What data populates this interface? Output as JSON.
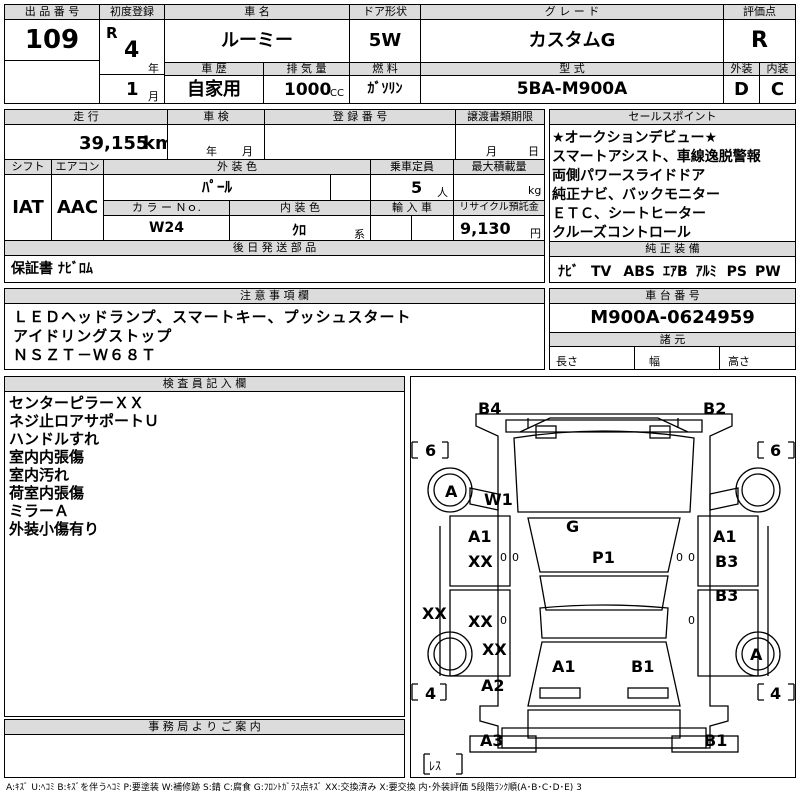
{
  "header": {
    "lot_label": "出 品 番 号",
    "lot_value": "109",
    "first_reg_label": "初度登録",
    "era_letter": "R",
    "year_value": "4",
    "year_unit": "年",
    "month_value": "1",
    "month_unit": "月",
    "car_name_label": "車 名",
    "car_name_value": "ルーミー",
    "door_label": "ドア形状",
    "door_value": "5W",
    "grade_label": "グ レ ー ド",
    "grade_value": "カスタムG",
    "score_label": "評価点",
    "score_value": "R",
    "history_label": "車 歴",
    "history_value": "自家用",
    "displacement_label": "排 気 量",
    "displacement_value": "1000",
    "displacement_unit": "CC",
    "fuel_label": "燃 料",
    "fuel_value": "ｶﾞｿﾘﾝ",
    "model_label": "型 式",
    "model_value": "5BA-M900A",
    "exterior_label": "外装",
    "exterior_value": "D",
    "interior_label": "内装",
    "interior_value": "C"
  },
  "row2": {
    "mileage_label": "走 行",
    "mileage_value": "39,155",
    "mileage_unit": "km",
    "inspection_label": "車 検",
    "inspection_year": "年",
    "inspection_month": "月",
    "plate_label": "登 録 番 号",
    "transfer_label": "譲渡書類期限",
    "transfer_month": "月",
    "transfer_day": "日",
    "shift_label": "シフト",
    "shift_value": "IAT",
    "ac_label": "エアコン",
    "ac_value": "AAC",
    "color_label": "外 装 色",
    "color_value": "ﾊﾟｰﾙ",
    "capacity_label": "乗車定員",
    "capacity_value": "5",
    "capacity_unit": "人",
    "load_label": "最大積載量",
    "load_unit": "kg",
    "color_no_label": "カ ラ ー Ｎｏ.",
    "color_no_value": "W24",
    "int_color_label": "内 装 色",
    "int_color_value": "ｸﾛ",
    "int_color_unit": "系",
    "import_label": "輸 入 車",
    "recycle_label": "リサイクル預託金",
    "recycle_value": "9,130",
    "recycle_unit": "円",
    "later_label": "後 日 発 送 部 品",
    "later_value": "保証書 ﾅﾋﾞﾛﾑ"
  },
  "sales": {
    "label": "セールスポイント",
    "lines": "★オークションデビュー★\nスマートアシスト、車線逸脱警報\n両側パワースライドドア\n純正ナビ、バックモニター\nＥＴＣ、シートヒーター\nクルーズコントロール"
  },
  "equipment": {
    "label": "純 正 装 備",
    "items": [
      "ﾅﾋﾞ",
      "TV",
      "ABS",
      "ｴｱB",
      "ｱﾙﾐ",
      "PS",
      "PW"
    ]
  },
  "notes": {
    "label": "注 意 事 項 欄",
    "lines": "ＬＥＤヘッドランプ、スマートキー、プッシュスタート\nアイドリングストップ\nＮＳＺＴ－Ｗ６８Ｔ"
  },
  "chassis": {
    "label": "車 台 番 号",
    "value": "M900A-0624959",
    "spec_label": "諸 元",
    "length_label": "長さ",
    "width_label": "幅",
    "height_label": "高さ"
  },
  "inspector": {
    "label": "検 査 員 記 入 欄",
    "lines": "センターピラーＸＸ\nネジ止ロアサポートＵ\nハンドルすれ\n室内内張傷\n室内汚れ\n荷室内張傷\nミラーＡ\n外装小傷有り"
  },
  "office": {
    "label": "事 務 局 よ り ご 案 内"
  },
  "diagram": {
    "marks": {
      "b4": "B4",
      "b2": "B2",
      "six_l": "6",
      "six_r": "6",
      "wheel_fl": "A",
      "w1": "W1",
      "g": "G",
      "a1_l": "A1",
      "a1_r": "A1",
      "xx_l1": "XX",
      "b3_a": "B3",
      "p1": "P1",
      "b3_b": "B3",
      "xx_side": "XX",
      "xx_l2": "XX",
      "xx_l3": "XX",
      "wheel_rr": "A",
      "a1_rear": "A1",
      "b1_rear": "B1",
      "a2": "A2",
      "four_l": "4",
      "four_r": "4",
      "a3": "A3",
      "b1_bottom": "B1",
      "zero_1": "0",
      "zero_2": "0",
      "zero_3": "0",
      "zero_4": "0",
      "zero_5": "0",
      "zero_6": "0",
      "les": "ﾚｽ"
    }
  },
  "legend": {
    "text": "A:ｷｽﾞ U:ﾍｺﾐ B:ｷｽﾞを伴うﾍｺﾐ P:要塗装 W:補修跡 S:錆 C:腐食 G:ﾌﾛﾝﾄｶﾞﾗｽ点ｷｽﾞ XX:交換済み X:要交換 内･外装評価 5段階ﾗﾝｸ順(A･B･C･D･E) 3"
  }
}
